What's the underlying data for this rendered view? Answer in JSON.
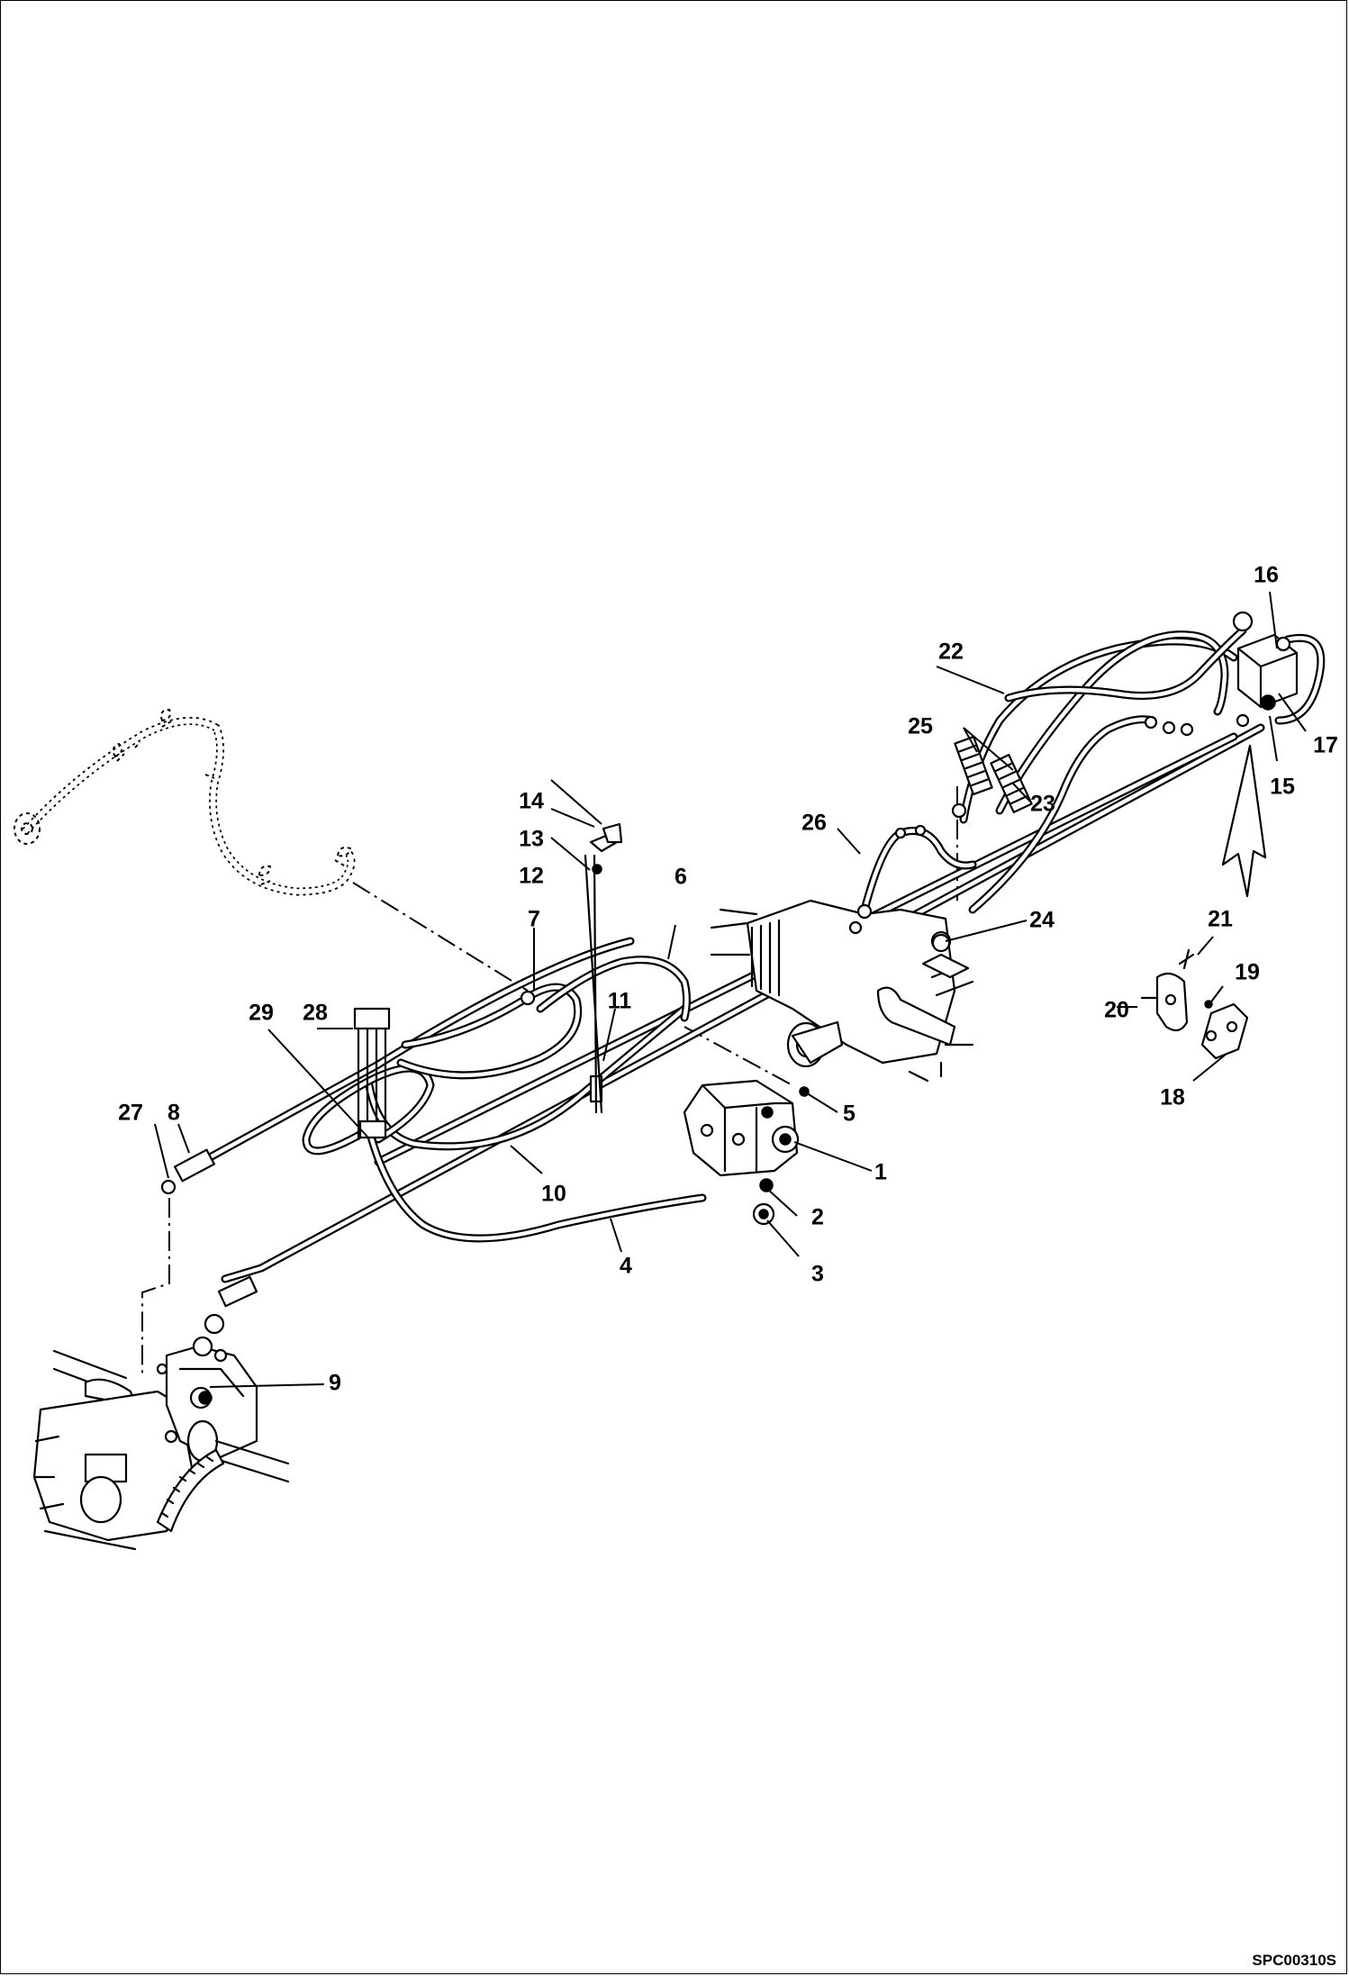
{
  "drawing_code": "SPC00310S",
  "callouts": {
    "c1": "1",
    "c2": "2",
    "c3": "3",
    "c4": "4",
    "c5": "5",
    "c6": "6",
    "c7": "7",
    "c8": "8",
    "c9": "9",
    "c10": "10",
    "c11": "11",
    "c12": "12",
    "c13": "13",
    "c14": "14",
    "c15": "15",
    "c16": "16",
    "c17": "17",
    "c18": "18",
    "c19": "19",
    "c20": "20",
    "c21": "21",
    "c22": "22",
    "c23": "23",
    "c24": "24",
    "c25": "25",
    "c26": "26",
    "c27": "27",
    "c28": "28",
    "c29": "29"
  }
}
